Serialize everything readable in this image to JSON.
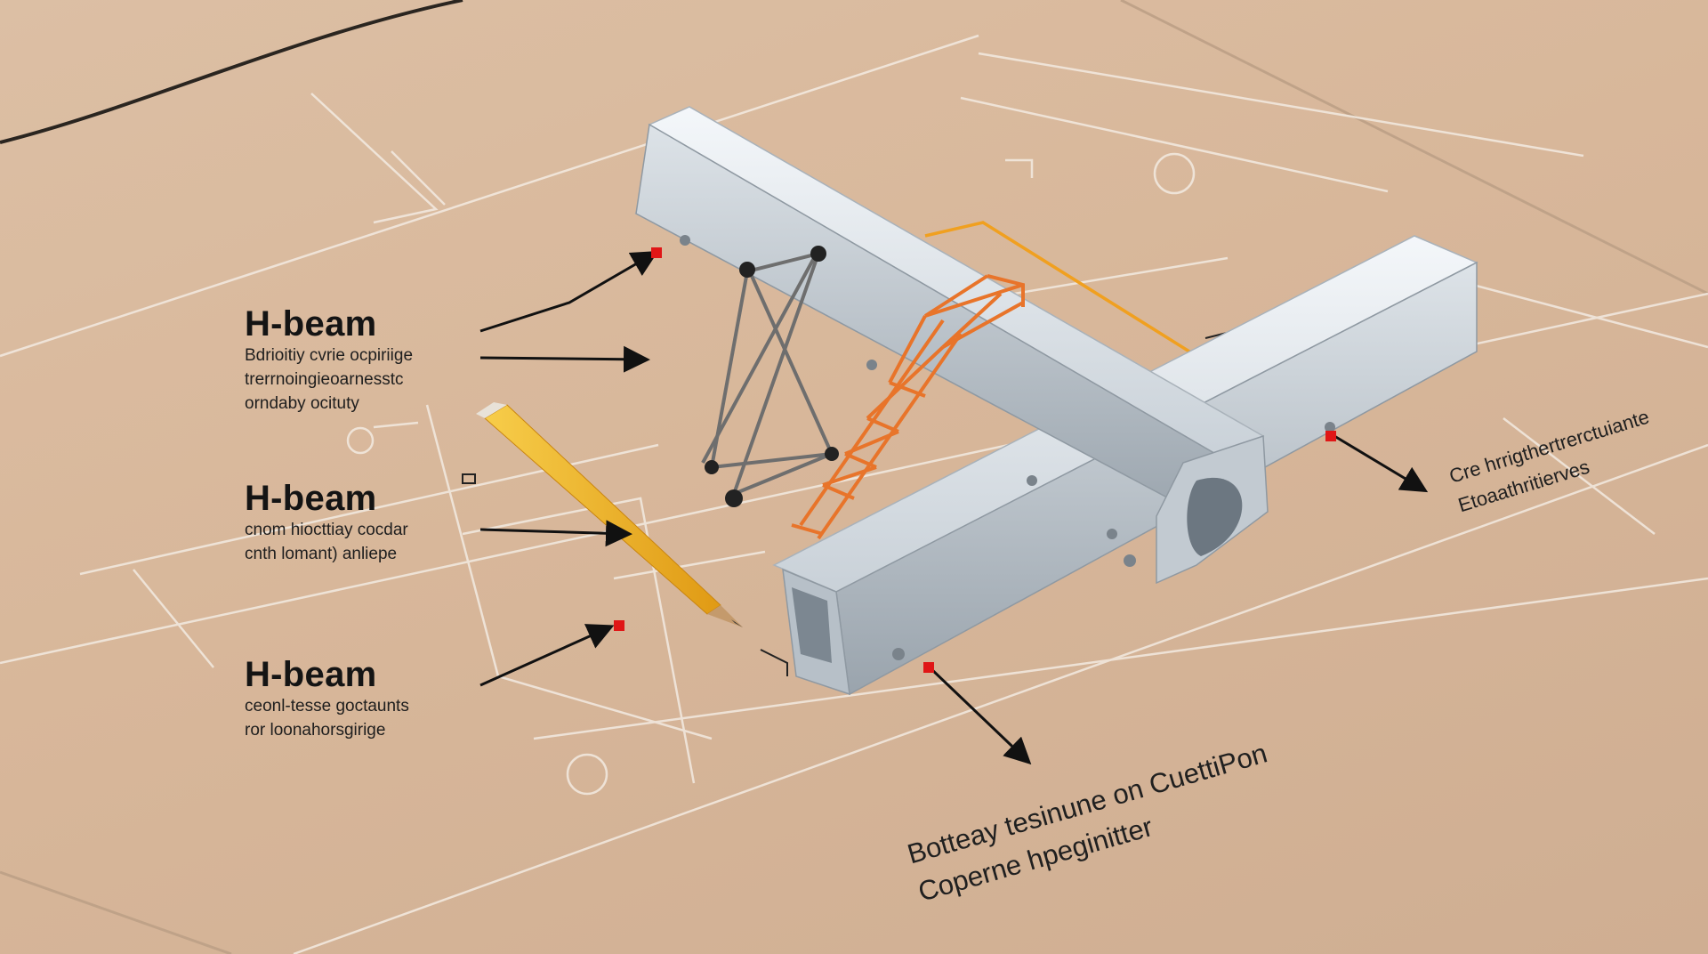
{
  "labels": [
    {
      "title": "H-beam",
      "lines": [
        "Bdrioitiy cvrie ocpiriige",
        "trerrnoingieoarnesstc",
        "orndaby ocituty"
      ]
    },
    {
      "title": "H-beam",
      "lines": [
        "cnom hiocttiay cocdar",
        "cnth lomant) anliepe"
      ]
    },
    {
      "title": "H-beam",
      "lines": [
        "ceonl-tesse goctaunts",
        "ror loonahorsgirige"
      ]
    }
  ],
  "notes": {
    "right": [
      "Cre hrrigthertrerctuiante",
      "Etoaathritierves"
    ],
    "bottom": [
      "Botteay tesinune on CuettiPon",
      "Coperne hpeginitter"
    ]
  },
  "colors": {
    "board": "#d8b79a",
    "steel": "#c7d0d8",
    "truss_orange": "#e8742a",
    "pencil": "#f2b429",
    "marker": "#e01616"
  }
}
